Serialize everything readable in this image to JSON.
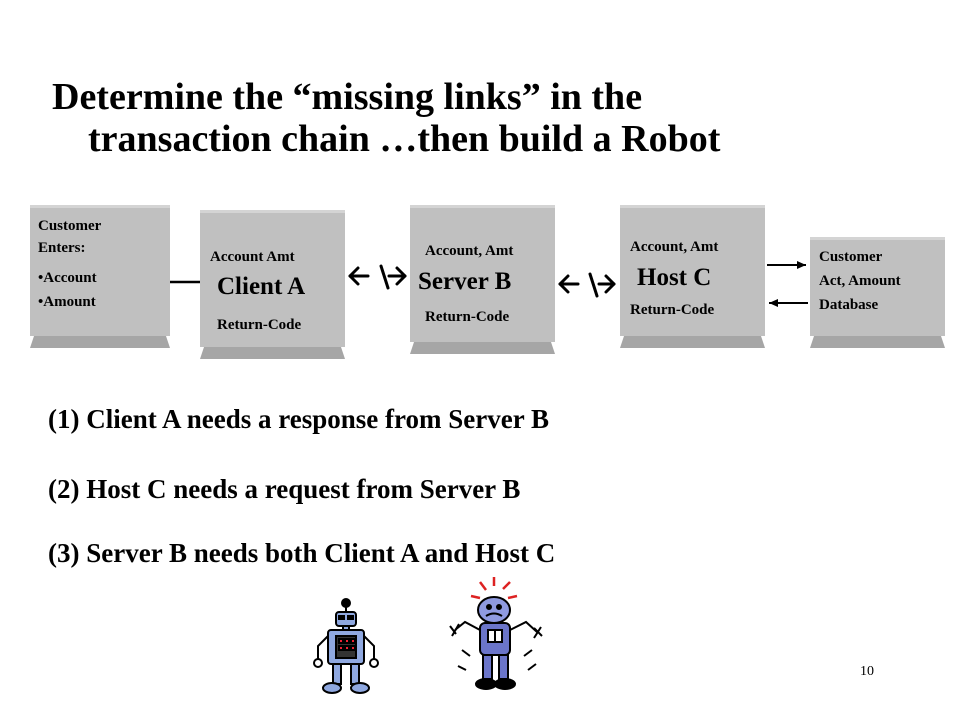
{
  "title": {
    "line1": "Determine the “missing links” in the",
    "line2": "transaction chain …then build a Robot"
  },
  "diagram": {
    "customer_box": {
      "line1": "Customer",
      "line2": "Enters:",
      "bullet1": "•Account",
      "bullet2": "•Amount"
    },
    "client_box": {
      "top": "Account Amt",
      "name": "Client A",
      "bottom": "Return-Code"
    },
    "server_box": {
      "top": "Account, Amt",
      "name": "Server B",
      "bottom": "Return-Code"
    },
    "host_box": {
      "top": "Account, Amt",
      "name": "Host C",
      "bottom": "Return-Code"
    },
    "database_box": {
      "line1": "Customer",
      "line2": "Act, Amount",
      "line3": "Database"
    }
  },
  "points": [
    "(1) Client A needs a response from  Server B",
    "(2) Host C needs a request from Server B",
    "(3) Server B needs both  Client A and Host C"
  ],
  "slide_number": "10",
  "colors": {
    "box_fill": "#c0c0c0",
    "box_shadow": "#a6a6a6",
    "robot_calm": "#8fa8e0",
    "robot_frantic": "#6b75c9"
  },
  "icons": [
    "calm-robot-icon",
    "frantic-robot-icon"
  ]
}
